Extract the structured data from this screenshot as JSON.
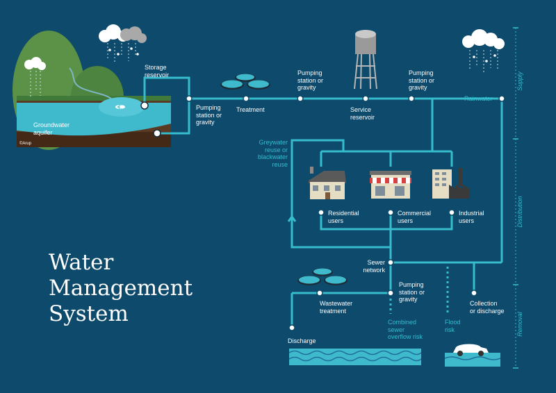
{
  "title": "Water\nManagement\nSystem",
  "credit": "©Arup",
  "colors": {
    "background": "#0e4a6b",
    "pipe": "#36bccc",
    "label_primary": "#ffffff",
    "label_secondary": "#33bcd0"
  },
  "stages": {
    "supply": "Supply",
    "distribution": "Distribution",
    "removal": "Removal"
  },
  "nodes": {
    "storage_reservoir": "Storage\nreservoir",
    "groundwater_aquifer": "Groundwater\naquifer",
    "pumping_1": "Pumping\nstation or\ngravity",
    "treatment": "Treatment",
    "pumping_2": "Pumping\nstation or\ngravity",
    "service_reservoir": "Service\nreservoir",
    "pumping_3": "Pumping\nstation or\ngravity",
    "rainwater": "Rainwater",
    "greywater": "Greywater\nreuse or\nblackwater\nreuse",
    "residential": "Residential\nusers",
    "commercial": "Commercial\nusers",
    "industrial": "Industrial\nusers",
    "sewer_network": "Sewer\nnetwork",
    "pumping_4": "Pumping\nstation or\ngravity",
    "wastewater_treatment": "Wastewater\ntreatment",
    "combined_sewer": "Combined\nsewer\noverflow risk",
    "flood_risk": "Flood\nrisk",
    "collection": "Collection\nor discharge",
    "discharge": "Discharge"
  }
}
